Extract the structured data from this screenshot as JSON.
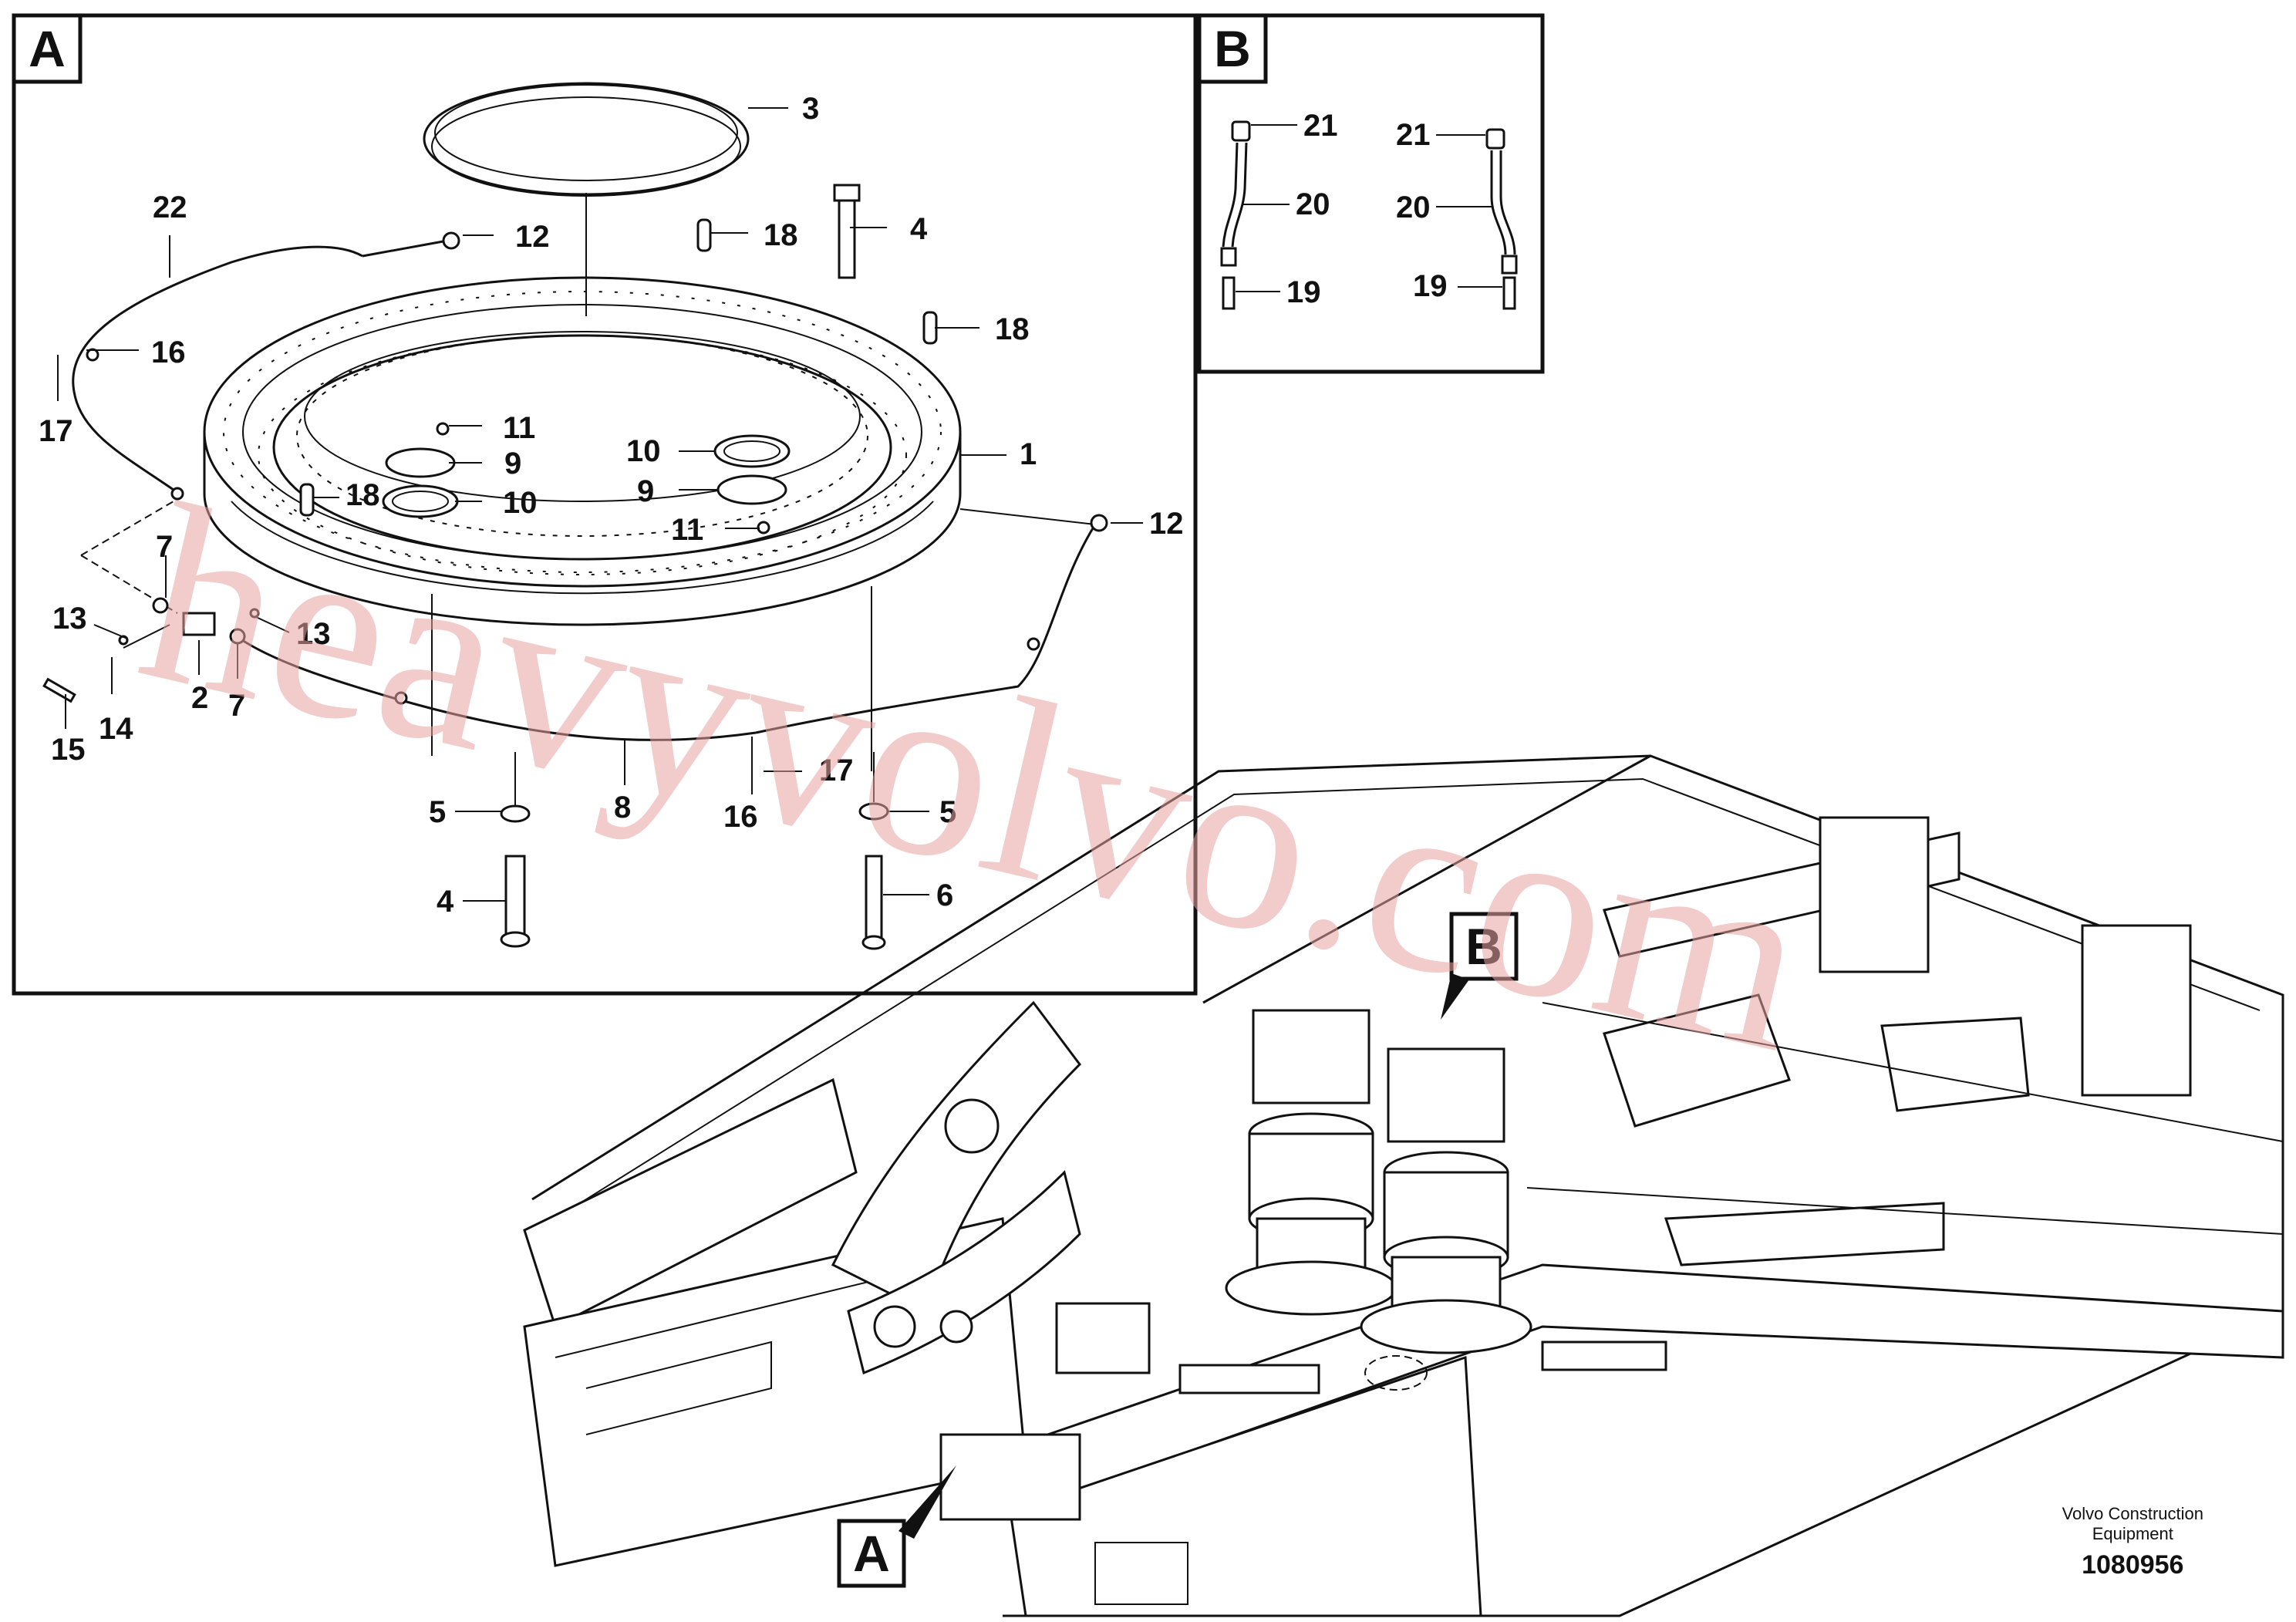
{
  "panel_a": {
    "letter": "A",
    "callouts": [
      {
        "id": "c3",
        "text": "3"
      },
      {
        "id": "c22",
        "text": "22"
      },
      {
        "id": "c12a",
        "text": "12"
      },
      {
        "id": "c18a",
        "text": "18"
      },
      {
        "id": "c4a",
        "text": "4"
      },
      {
        "id": "c18b",
        "text": "18"
      },
      {
        "id": "c16a",
        "text": "16"
      },
      {
        "id": "c17a",
        "text": "17"
      },
      {
        "id": "c11a",
        "text": "11"
      },
      {
        "id": "c9a",
        "text": "9"
      },
      {
        "id": "c10a",
        "text": "10"
      },
      {
        "id": "c18c",
        "text": "18"
      },
      {
        "id": "c10b",
        "text": "10"
      },
      {
        "id": "c9b",
        "text": "9"
      },
      {
        "id": "c11b",
        "text": "11"
      },
      {
        "id": "c1",
        "text": "1"
      },
      {
        "id": "c12b",
        "text": "12"
      },
      {
        "id": "c7a",
        "text": "7"
      },
      {
        "id": "c13a",
        "text": "13"
      },
      {
        "id": "c13b",
        "text": "13"
      },
      {
        "id": "c2",
        "text": "2"
      },
      {
        "id": "c7b",
        "text": "7"
      },
      {
        "id": "c15",
        "text": "15"
      },
      {
        "id": "c14",
        "text": "14"
      },
      {
        "id": "c17b",
        "text": "17"
      },
      {
        "id": "c8",
        "text": "8"
      },
      {
        "id": "c16b",
        "text": "16"
      },
      {
        "id": "c5a",
        "text": "5"
      },
      {
        "id": "c5b",
        "text": "5"
      },
      {
        "id": "c4b",
        "text": "4"
      },
      {
        "id": "c6",
        "text": "6"
      }
    ]
  },
  "panel_b": {
    "letter": "B",
    "callouts": [
      {
        "id": "b21a",
        "text": "21"
      },
      {
        "id": "b20a",
        "text": "20"
      },
      {
        "id": "b19a",
        "text": "19"
      },
      {
        "id": "b21b",
        "text": "21"
      },
      {
        "id": "b20b",
        "text": "20"
      },
      {
        "id": "b19b",
        "text": "19"
      }
    ]
  },
  "overview": {
    "marker_a": "A",
    "marker_b": "B"
  },
  "watermark": "heavyvolvo.com",
  "footer": {
    "company_line1": "Volvo Construction",
    "company_line2": "Equipment",
    "drawing_number": "1080956"
  },
  "colors": {
    "line": "#111111",
    "watermark": "#e8a0a0",
    "background": "#ffffff"
  }
}
